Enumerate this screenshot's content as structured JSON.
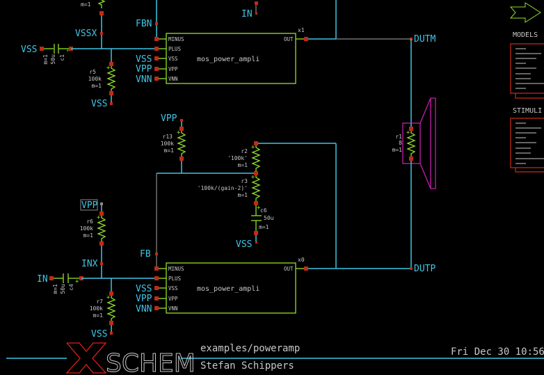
{
  "app": {
    "name": "XSCHEM"
  },
  "title_block": {
    "schematic_path": "examples/poweramp",
    "author": "Stefan Schippers",
    "date": "Fri Dec 30 10:56"
  },
  "side_panel": {
    "models_label": "MODELS",
    "stimuli_label": "STIMULI"
  },
  "amplifiers": [
    {
      "instance": "x1",
      "cell": "mos_power_ampli",
      "pins": [
        "MINUS",
        "PLUS",
        "VSS",
        "VPP",
        "VNN",
        "OUT"
      ]
    },
    {
      "instance": "x0",
      "cell": "mos_power_ampli",
      "pins": [
        "MINUS",
        "PLUS",
        "VSS",
        "VPP",
        "VNN",
        "OUT"
      ]
    }
  ],
  "nets": {
    "fbn": "FBN",
    "in_top": "IN",
    "vssx": "VSSX",
    "vss_c1": "VSS",
    "vss_x1": "VSS",
    "vpp_x1": "VPP",
    "vnn_x1": "VNN",
    "vss_r5": "VSS",
    "dutm": "DUTM",
    "dutp": "DUTP",
    "vpp_r13": "VPP",
    "vpp_r6": "VPP",
    "vss_c6": "VSS",
    "fb": "FB",
    "inx": "INX",
    "in_c4": "IN",
    "vss_x0": "VSS",
    "vpp_x0": "VPP",
    "vnn_x0": "VNN",
    "vss_r7": "VSS"
  },
  "components": {
    "r_top": {
      "mult": "m=1"
    },
    "c1": {
      "name": "c1",
      "value": "50u",
      "mult": "m=1"
    },
    "r5": {
      "name": "r5",
      "value": "100k",
      "mult": "m=1"
    },
    "r13": {
      "name": "r13",
      "value": "100k",
      "mult": "m=1"
    },
    "r2": {
      "name": "r2",
      "value": "'100k'",
      "mult": "m=1"
    },
    "r3": {
      "name": "r3",
      "value": "'100k/(gain-2)'",
      "mult": "m=1"
    },
    "c6": {
      "name": "c6",
      "value": "50u",
      "mult": "m=1"
    },
    "r6": {
      "name": "r6",
      "value": "100k",
      "mult": "m=1"
    },
    "c4": {
      "name": "c4",
      "value": "50u",
      "mult": "m=1"
    },
    "r7": {
      "name": "r7",
      "value": "100k",
      "mult": "m=1"
    },
    "r1": {
      "name": "r1",
      "value": "8",
      "mult": "m=1"
    }
  }
}
